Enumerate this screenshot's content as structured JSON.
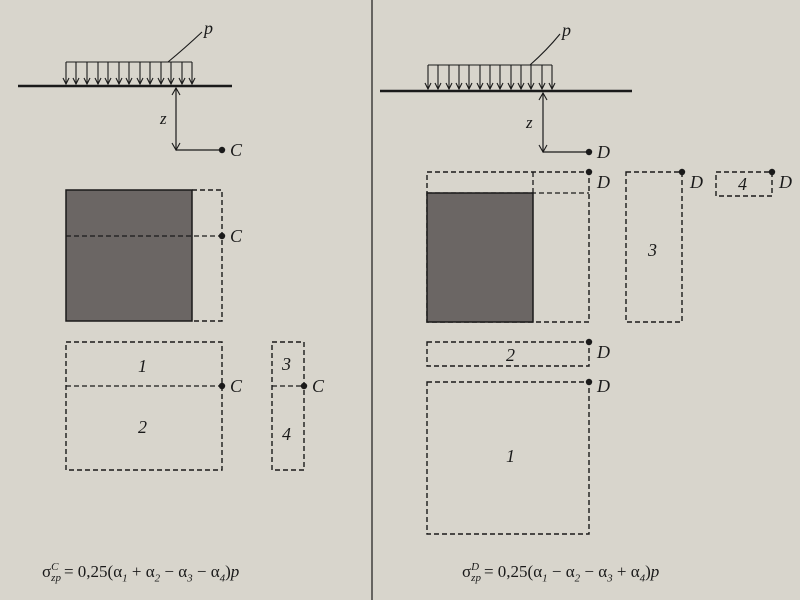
{
  "colors": {
    "background": "#d8d5cc",
    "ink": "#1a1a1a",
    "loaded_area": "#6b6664"
  },
  "left": {
    "load_label": "p",
    "depth_label": "z",
    "point_label": "C",
    "area_labels": [
      "1",
      "2",
      "3",
      "4"
    ],
    "formula": {
      "sigma": "σ",
      "sup": "C",
      "sub": "zp",
      "body": "= 0,25(α",
      "terms": [
        {
          "op": "",
          "idx": "1"
        },
        {
          "op": " + α",
          "idx": "2"
        },
        {
          "op": " − α",
          "idx": "3"
        },
        {
          "op": " − α",
          "idx": "4"
        }
      ],
      "tail": ")",
      "p": "p"
    }
  },
  "right": {
    "load_label": "p",
    "depth_label": "z",
    "point_label": "D",
    "area_labels": [
      "1",
      "2",
      "3",
      "4"
    ],
    "formula": {
      "sigma": "σ",
      "sup": "D",
      "sub": "zp",
      "body": "= 0,25(α",
      "terms": [
        {
          "op": "",
          "idx": "1"
        },
        {
          "op": " − α",
          "idx": "2"
        },
        {
          "op": " − α",
          "idx": "3"
        },
        {
          "op": " + α",
          "idx": "4"
        }
      ],
      "tail": ")",
      "p": "p"
    }
  }
}
